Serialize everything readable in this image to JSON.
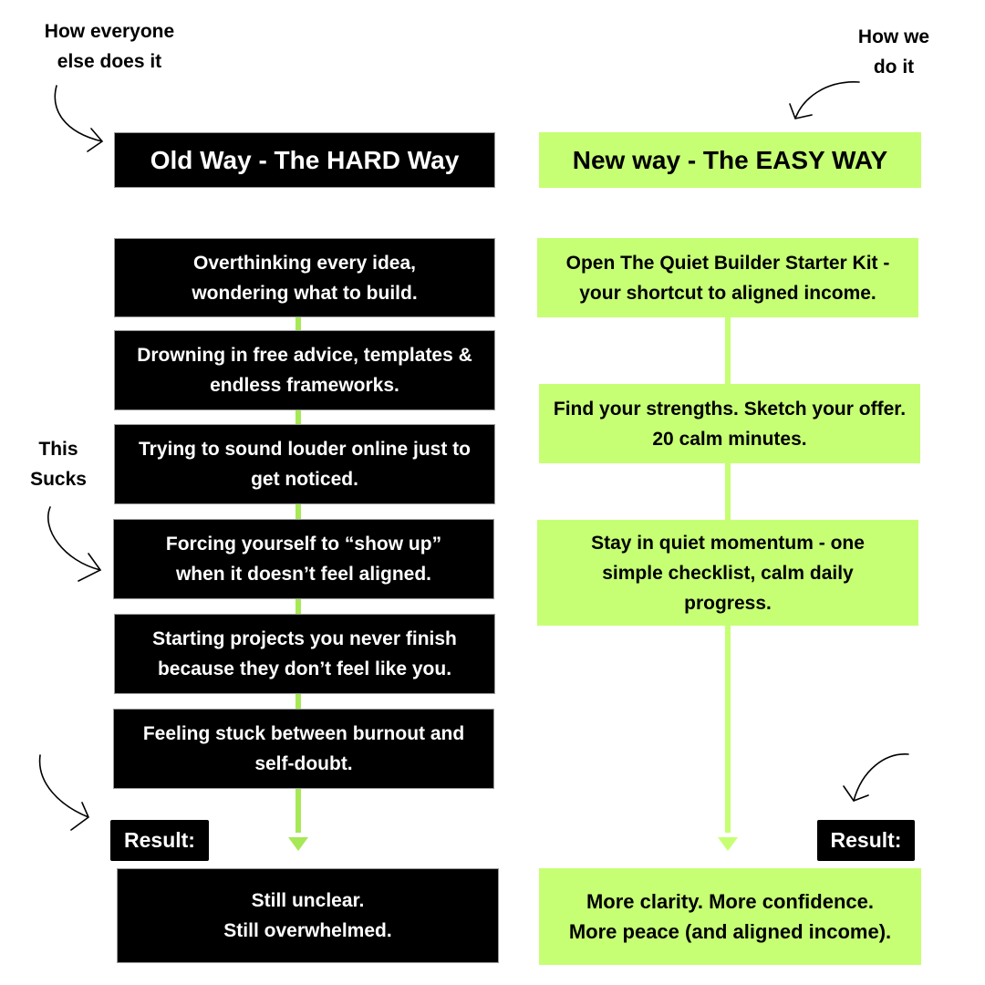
{
  "annotations": {
    "left_top": "How everyone else does it",
    "left_top_lines": [
      "How everyone",
      "else does it"
    ],
    "right_top_lines": [
      "How we",
      "do it"
    ],
    "left_middle_lines": [
      "This",
      "Sucks"
    ]
  },
  "old_way": {
    "header": "Old Way - The HARD Way",
    "steps": [
      "Overthinking every idea, wondering what to build.",
      "Drowning in free advice, templates & endless frameworks.",
      "Trying to sound louder online just to get noticed.",
      "Forcing yourself to “show up” when it doesn’t feel aligned.",
      "Starting projects you never finish because they don’t feel like you.",
      "Feeling stuck between burnout and self-doubt."
    ],
    "result_label": "Result:",
    "result_lines": [
      "Still unclear.",
      "Still overwhelmed."
    ]
  },
  "new_way": {
    "header": "New way - The EASY WAY",
    "steps": [
      "Open The Quiet Builder Starter Kit - your shortcut to aligned income.",
      "Find your strengths. Sketch your offer. 20 calm minutes.",
      "Stay in quiet momentum - one simple checklist, calm daily progress."
    ],
    "result_label": "Result:",
    "result_lines": [
      "More clarity. More confidence.",
      "More peace (and aligned income)."
    ]
  },
  "colors": {
    "dark_box": "#000000",
    "green_box": "#c6ff74",
    "connector_left": "#a6e856",
    "connector_right": "#c6ff74"
  }
}
